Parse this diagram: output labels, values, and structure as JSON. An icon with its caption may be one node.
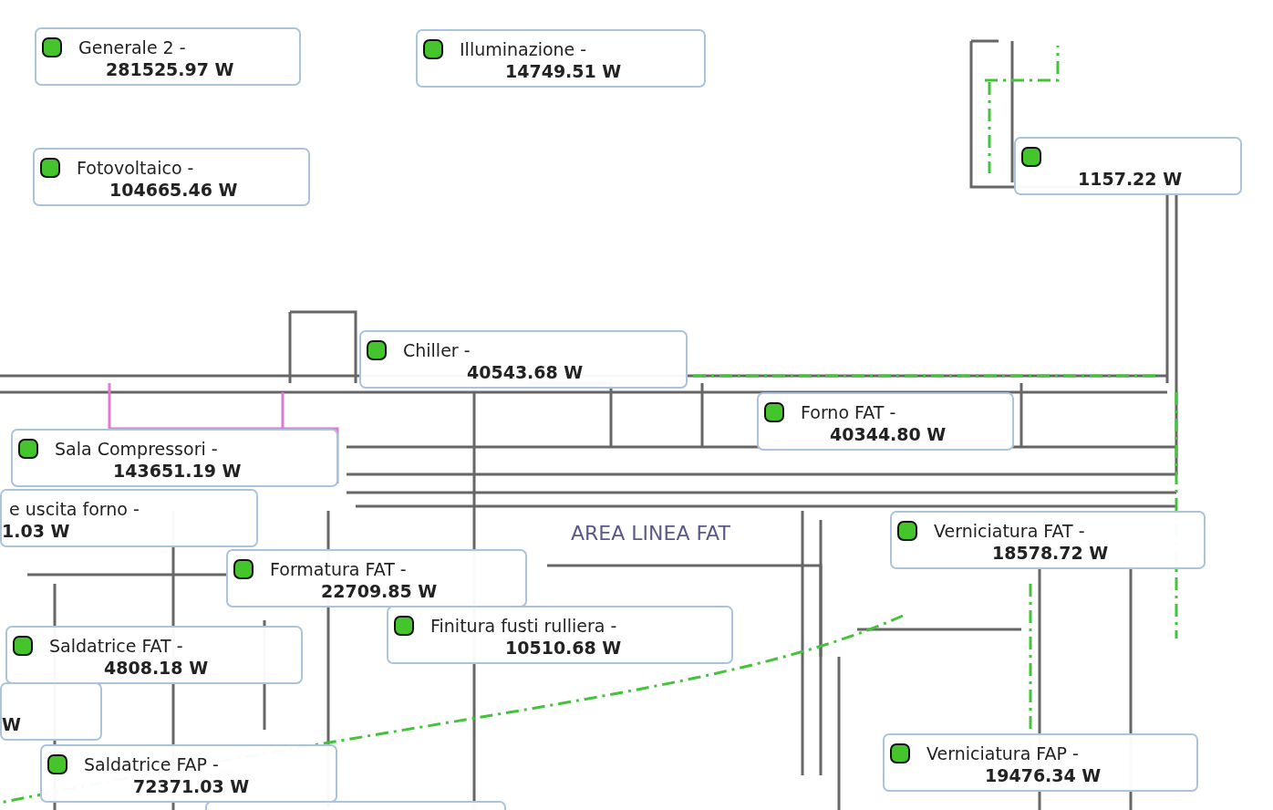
{
  "diagram": {
    "nodes": [
      {
        "text": [
          "Generale 2 -",
          "281525.97 W"
        ]
      },
      {
        "text": [
          "Illuminazione -",
          "14749.51 W"
        ]
      },
      {
        "text": [
          "Fotovoltaico -",
          "104665.46 W"
        ]
      },
      {
        "text": [
          "1157.22 W"
        ]
      },
      {
        "text": [
          "Chiller -",
          "40543.68 W"
        ]
      },
      {
        "text": [
          "Forno FAT -",
          "40344.80 W"
        ]
      },
      {
        "text": [
          "Sala Compressori -",
          "143651.19 W"
        ]
      },
      {
        "text": [
          "e uscita forno -",
          "1.03 W"
        ]
      },
      {
        "text": [
          "Verniciatura FAT -",
          "18578.72 W"
        ]
      },
      {
        "text": [
          "Formatura FAT -",
          "22709.85 W"
        ]
      },
      {
        "text": [
          "Finitura fusti rulliera -",
          "10510.68 W"
        ]
      },
      {
        "text": [
          "Saldatrice FAT -",
          "4808.18 W"
        ]
      },
      {
        "text": [
          "W"
        ]
      },
      {
        "text": [
          "Saldatrice FAP -",
          "72371.03 W"
        ]
      },
      {
        "text": [
          "Verniciatura FAP -",
          "19476.34 W"
        ]
      },
      {
        "text": [],
        "shape": "box"
      }
    ],
    "labels": [
      "AREA LINEA FAT"
    ]
  }
}
